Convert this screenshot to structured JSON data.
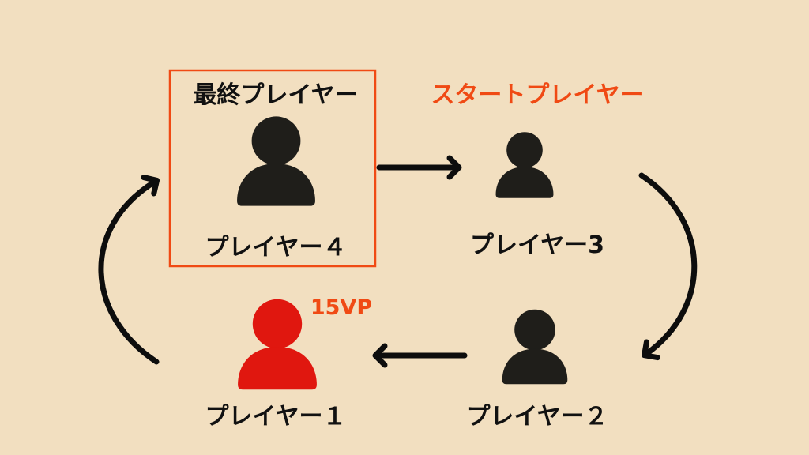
{
  "colors": {
    "background": "#f2dfc0",
    "accent": "#f04a14",
    "player_dark": "#1f1e1a",
    "player_highlight": "#e0170f",
    "arrow": "#0d0d0d"
  },
  "players": [
    {
      "label": "プレイヤー１",
      "badge": "15VP",
      "icon": "person-icon"
    },
    {
      "label": "プレイヤー２",
      "icon": "person-icon"
    },
    {
      "label": "プレイヤー3",
      "icon": "person-icon"
    },
    {
      "label": "プレイヤー４",
      "icon": "person-icon"
    }
  ],
  "annotations": {
    "last_player": "最終プレイヤー",
    "start_player": "スタートプレイヤー"
  }
}
